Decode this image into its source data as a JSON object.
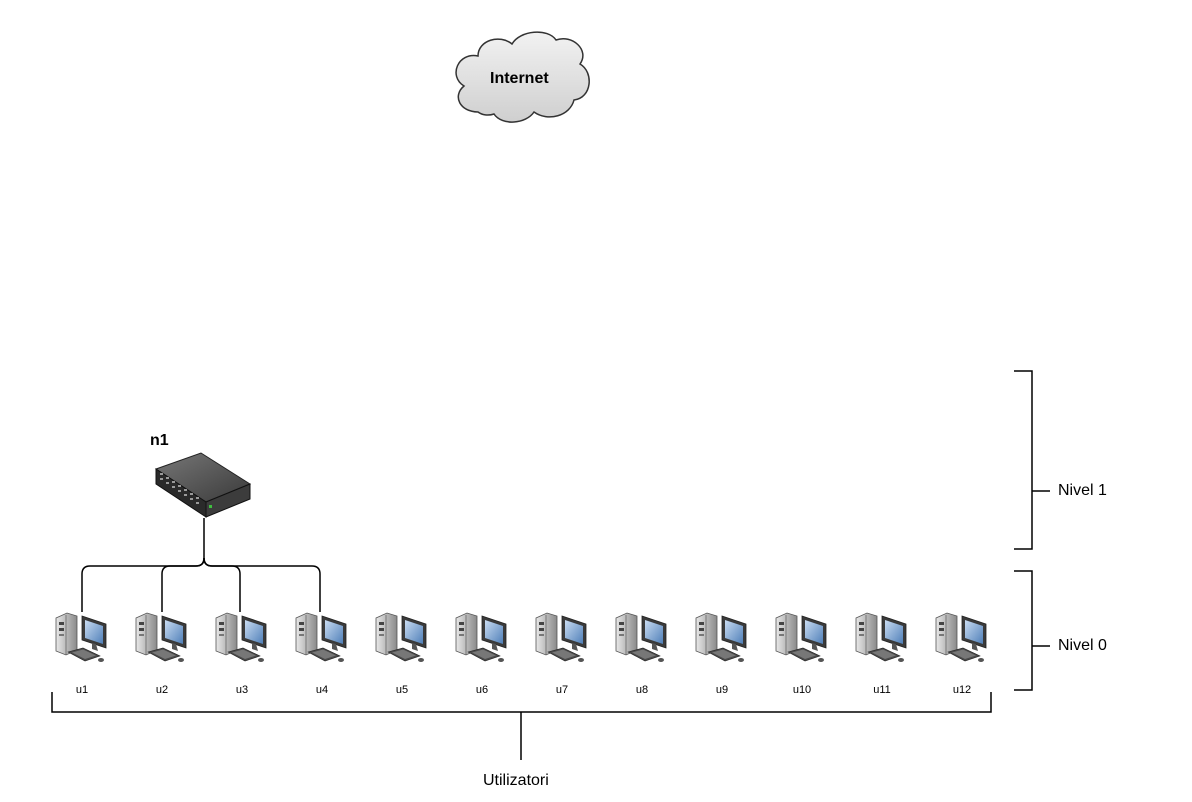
{
  "internet": {
    "label": "Internet",
    "icon": "cloud-icon"
  },
  "switch": {
    "label": "n1",
    "icon": "network-switch-icon"
  },
  "users": {
    "label": "Utilizatori",
    "computers": [
      {
        "label": "u1",
        "connected": true
      },
      {
        "label": "u2",
        "connected": true
      },
      {
        "label": "u3",
        "connected": true
      },
      {
        "label": "u4",
        "connected": true
      },
      {
        "label": "u5",
        "connected": false
      },
      {
        "label": "u6",
        "connected": false
      },
      {
        "label": "u7",
        "connected": false
      },
      {
        "label": "u8",
        "connected": false
      },
      {
        "label": "u9",
        "connected": false
      },
      {
        "label": "u10",
        "connected": false
      },
      {
        "label": "u11",
        "connected": false
      },
      {
        "label": "u12",
        "connected": false
      }
    ]
  },
  "levels": [
    {
      "label": "Nivel 1"
    },
    {
      "label": "Nivel 0"
    }
  ],
  "colors": {
    "line": "#000000",
    "cloud_fill": "#e4e4e4",
    "switch_body": "#2a2a2a",
    "screen": "#6f9bd1"
  }
}
